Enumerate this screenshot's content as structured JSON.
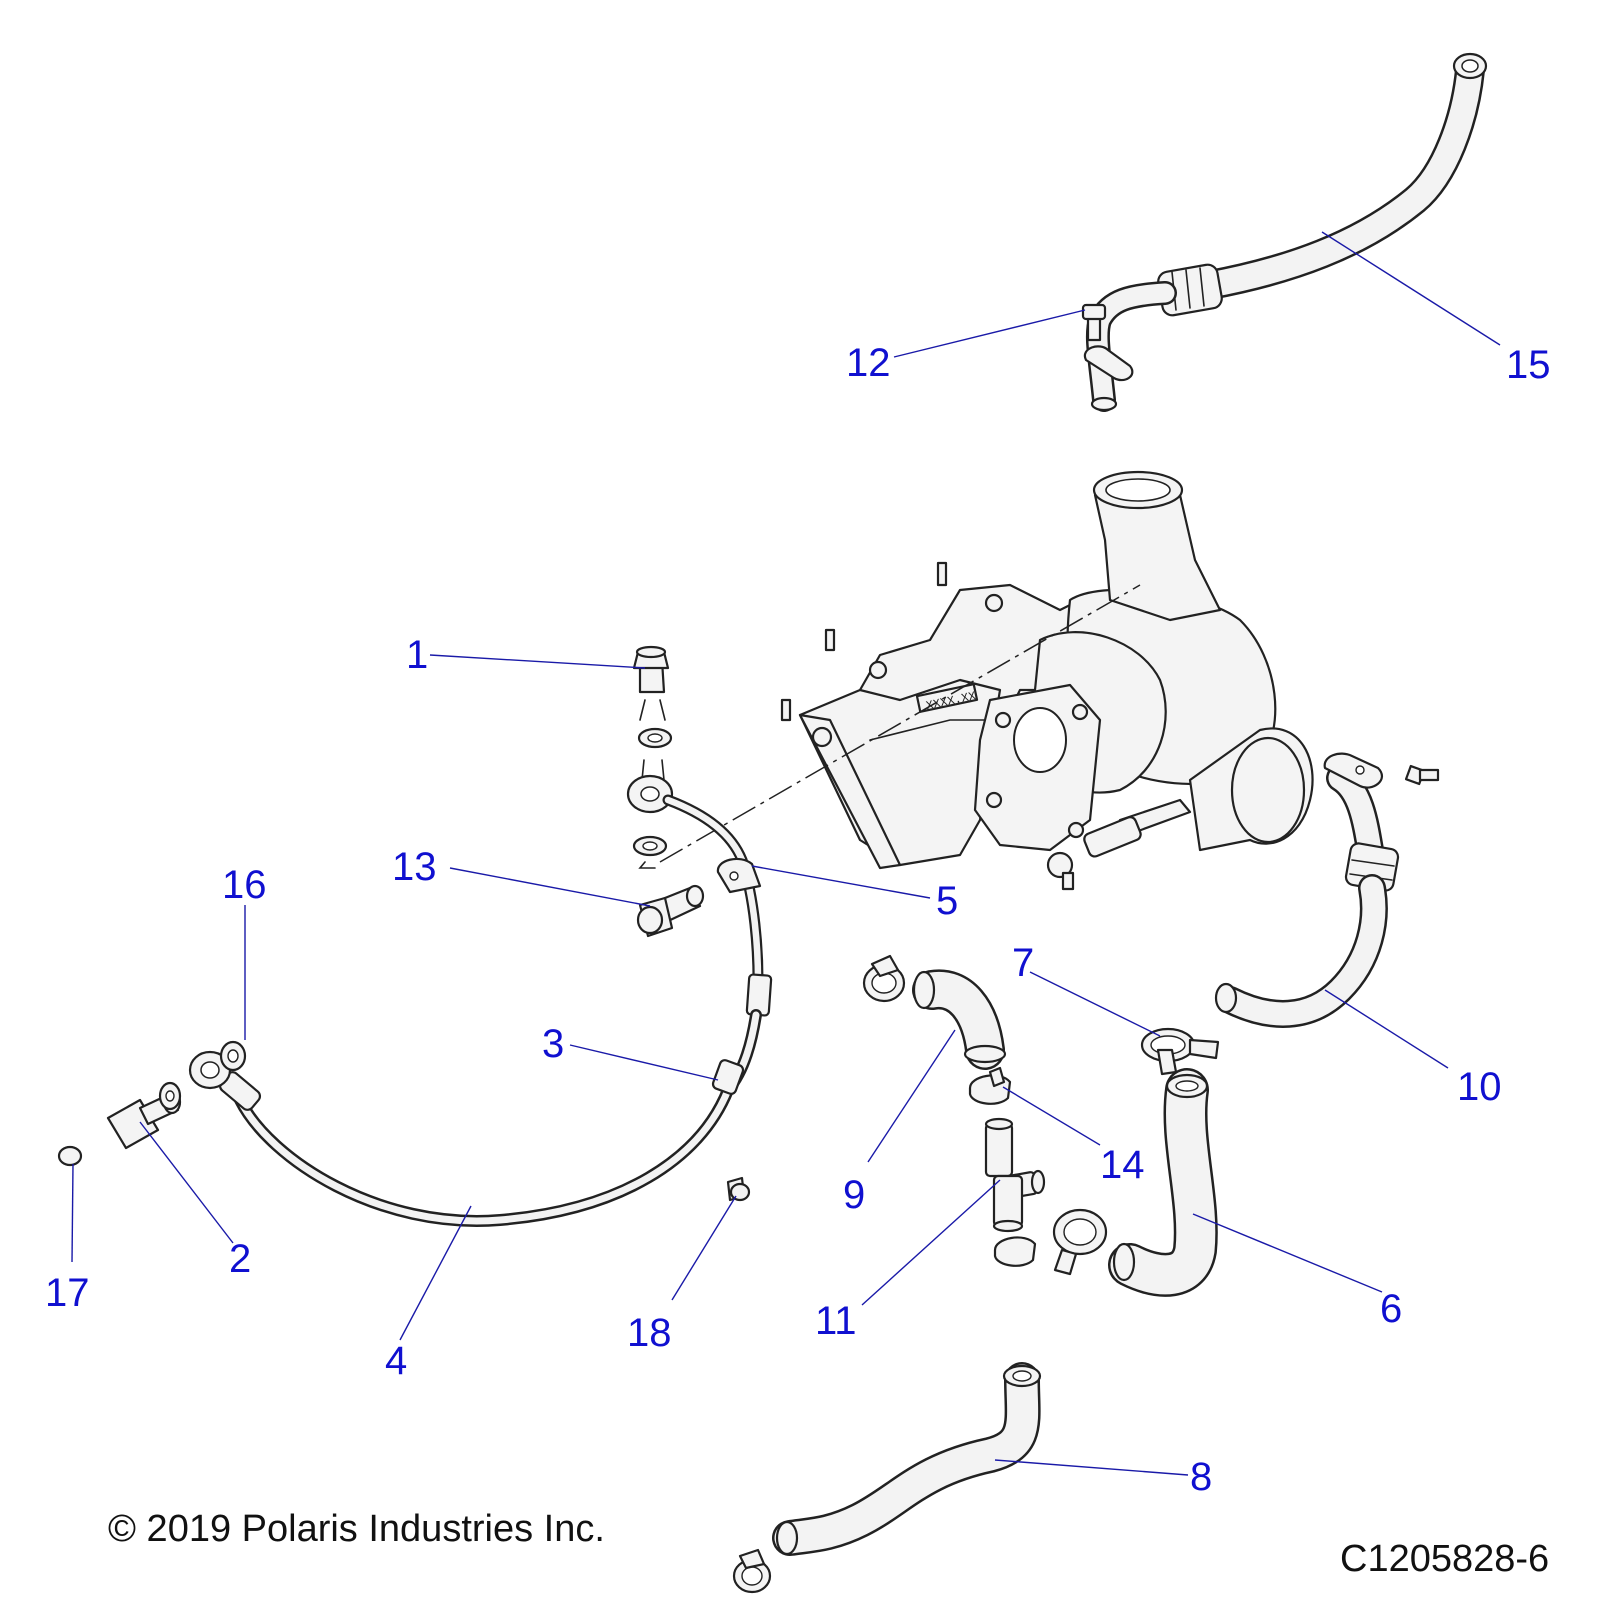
{
  "callouts": {
    "c1": "1",
    "c2": "2",
    "c3": "3",
    "c4": "4",
    "c5": "5",
    "c6": "6",
    "c7": "7",
    "c8": "8",
    "c9": "9",
    "c10": "10",
    "c11": "11",
    "c12": "12",
    "c13": "13",
    "c14": "14",
    "c15": "15",
    "c16": "16",
    "c17": "17",
    "c18": "18"
  },
  "turbo_tag": "XXXX.XX",
  "copyright": "© 2019 Polaris Industries Inc.",
  "drawing_id": "C1205828-6",
  "colors": {
    "callout": "#1010d0",
    "leader": "#1a1aa8",
    "line_art": "#222222"
  }
}
